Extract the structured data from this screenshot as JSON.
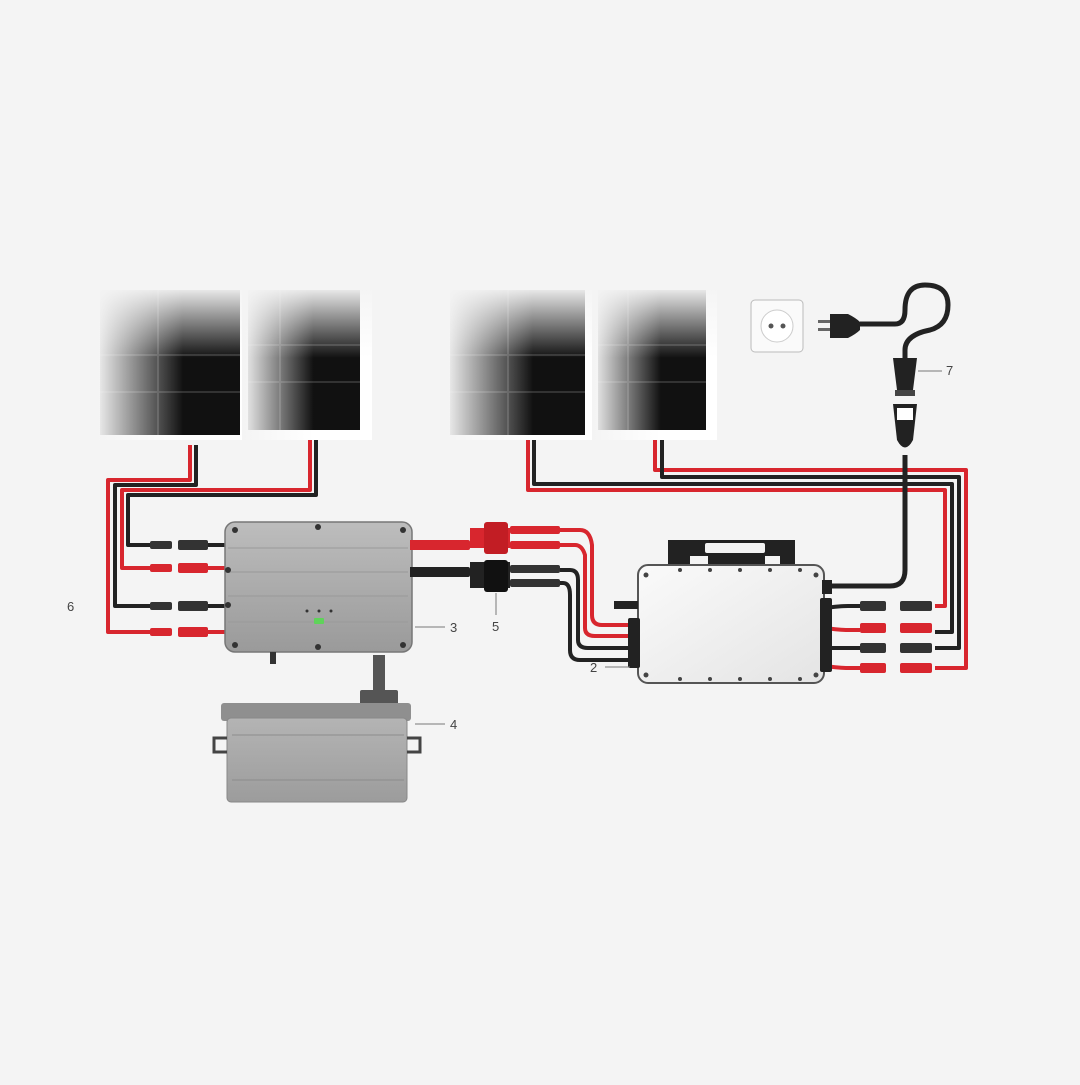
{
  "callouts": {
    "inverter": "2",
    "charge_controller": "3",
    "battery": "4",
    "y_connector": "5",
    "pv_cables": "6",
    "mains_cable": "7"
  },
  "colors": {
    "background": "#f4f4f4",
    "cable_red": "#d8262e",
    "cable_black": "#222222",
    "panel_cell": "#111111",
    "device_gray": "#a9a9a9",
    "inverter_light": "#f0f0f0",
    "led_green": "#5fd35a"
  },
  "icons": [
    "solar-panel-icon",
    "wall-socket-icon",
    "schuko-plug-icon",
    "mc4-connector-icon",
    "y-branch-connector-icon",
    "battery-icon",
    "charge-controller-icon",
    "microinverter-icon"
  ]
}
